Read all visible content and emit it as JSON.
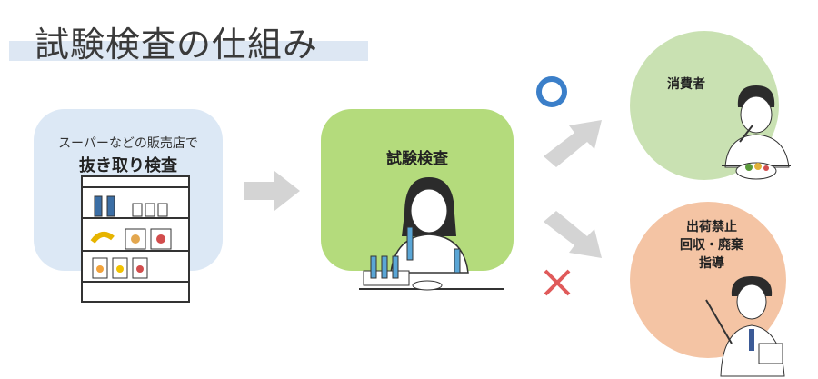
{
  "title": "試験検査の仕組み",
  "store": {
    "subtitle": "スーパーなどの販売店で",
    "label": "抜き取り検査"
  },
  "test": {
    "label": "試験検査"
  },
  "results": {
    "pass_symbol": "○",
    "fail_symbol": "×",
    "consumer_label": "消費者",
    "ship_label_lines": [
      "出荷禁止",
      "回収・廃棄",
      "指導"
    ]
  },
  "colors": {
    "store_bg": "#dce8f5",
    "test_bg": "#b4db7c",
    "consumer_bg": "#c9e1b2",
    "ship_bg": "#f4c4a4",
    "arrow": "#d4d4d4",
    "pass": "#3b7fc9",
    "fail": "#e05a5a"
  },
  "icons": [
    "display-shelf-icon",
    "scientist-with-test-tubes-icon",
    "person-eating-icon",
    "presenter-with-pointer-icon"
  ]
}
